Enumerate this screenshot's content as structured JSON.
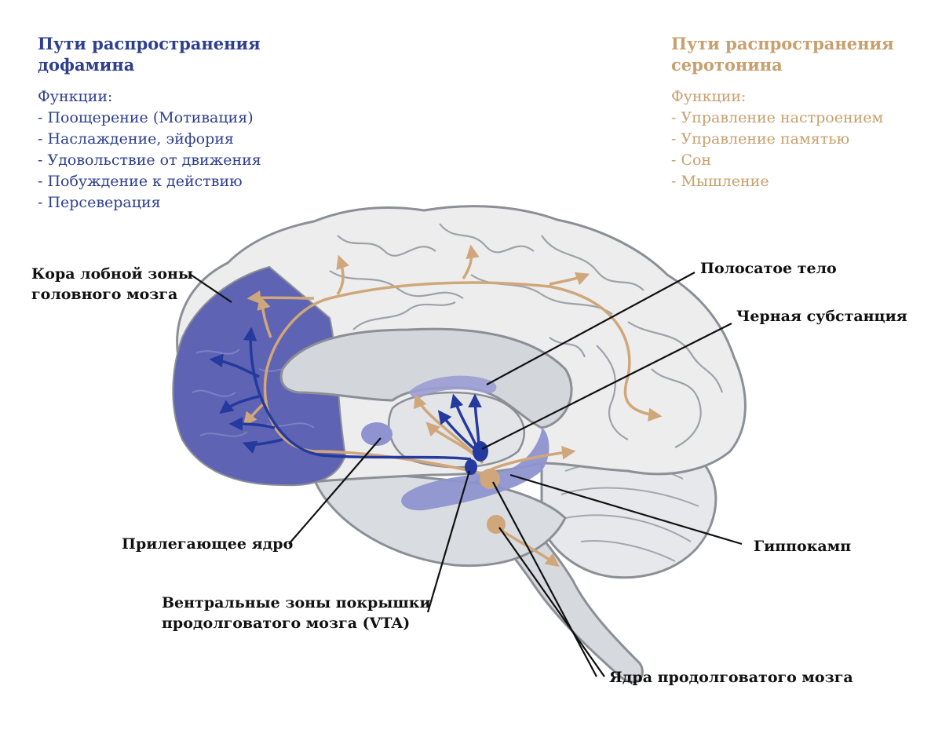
{
  "dopamine": {
    "title_line1": "Пути распространения",
    "title_line2": "дофамина",
    "functions_title": "Функции:",
    "functions": [
      "- Поощерение (Мотивация)",
      "- Наслаждение, эйфория",
      "- Удовольствие от движения",
      "- Побуждение к действию",
      "- Персеверация"
    ],
    "color": "#2e3f8e"
  },
  "serotonin": {
    "title_line1": "Пути распространения",
    "title_line2": "серотонина",
    "functions_title": "Функции:",
    "functions": [
      "- Управление настроением",
      "- Управление памятью",
      "- Сон",
      "- Мышление"
    ],
    "color": "#c7a06e"
  },
  "labels": {
    "frontal_cortex_line1": "Кора лобной зоны",
    "frontal_cortex_line2": "головного мозга",
    "striatum": "Полосатое тело",
    "substantia_nigra": "Черная субстанция",
    "nucleus_accumbens": "Прилегающее ядро",
    "hippocampus": "Гиппокамп",
    "vta_line1": "Вентральные зоны покрышки",
    "vta_line2": "продолговатого мозга (VTA)",
    "raphe_nuclei": "Ядра продолговатого мозга"
  }
}
